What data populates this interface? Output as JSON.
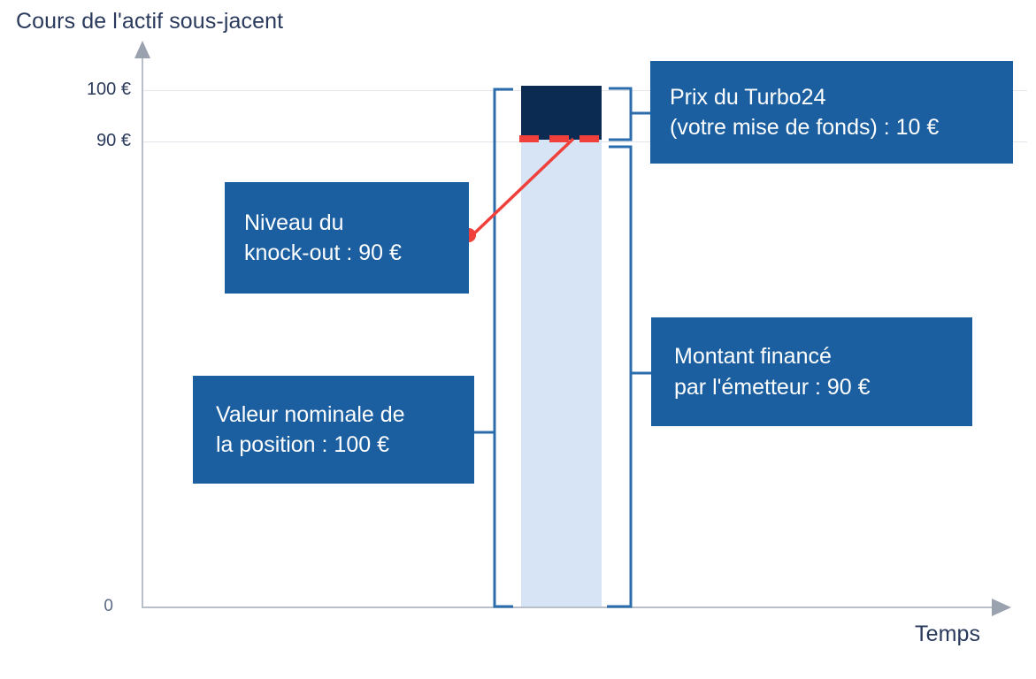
{
  "axes": {
    "y_title": "Cours de l'actif sous-jacent",
    "x_title": "Temps",
    "y_ticks": [
      "100 €",
      "90 €",
      "0"
    ]
  },
  "labels": {
    "turbo_price": {
      "line1": "Prix du Turbo24",
      "line2": "(votre mise de fonds) : 10 €"
    },
    "knockout": {
      "line1": "Niveau du",
      "line2": "knock-out : 90 €"
    },
    "nominal": {
      "line1": "Valeur nominale de",
      "line2": "la position : 100 €"
    },
    "funded": {
      "line1": "Montant financé",
      "line2": "par l'émetteur : 90 €"
    }
  },
  "colors": {
    "box_blue": "#1b5fa0",
    "bracket_blue": "#2b6cac",
    "bar_dark": "#0c2b52",
    "bar_light": "#d6e4f5",
    "knockout_red": "#f0403c",
    "axis_gray": "#b9bfc9",
    "grid_gray": "#e2e5ea",
    "text_navy": "#2a3a5c"
  },
  "chart_data": {
    "type": "bar",
    "title": "",
    "xlabel": "Temps",
    "ylabel": "Cours de l'actif sous-jacent",
    "ylim": [
      0,
      110
    ],
    "yticks": [
      0,
      90,
      100
    ],
    "ytick_labels": [
      "0",
      "90 €",
      "100 €"
    ],
    "grid": true,
    "legend": "none",
    "categories": [
      "Turbo24"
    ],
    "series": [
      {
        "name": "Montant financé par l'émetteur",
        "values": [
          90
        ],
        "color": "#d6e4f5"
      },
      {
        "name": "Prix du Turbo24 (mise de fonds)",
        "values": [
          10
        ],
        "color": "#0c2b52"
      }
    ],
    "annotations": [
      {
        "name": "knock-out-level",
        "type": "hline",
        "value": 90,
        "style": "dashed",
        "color": "#f0403c",
        "label": "Niveau du knock-out : 90 €"
      },
      {
        "name": "nominal-value",
        "type": "bracket",
        "range": [
          0,
          100
        ],
        "side": "left",
        "label": "Valeur nominale de la position : 100 €"
      },
      {
        "name": "turbo-price",
        "type": "bracket",
        "range": [
          90,
          100
        ],
        "side": "right",
        "label": "Prix du Turbo24 (votre mise de fonds) : 10 €"
      },
      {
        "name": "funded-amount",
        "type": "bracket",
        "range": [
          0,
          90
        ],
        "side": "right",
        "label": "Montant financé par l'émetteur : 90 €"
      }
    ]
  }
}
